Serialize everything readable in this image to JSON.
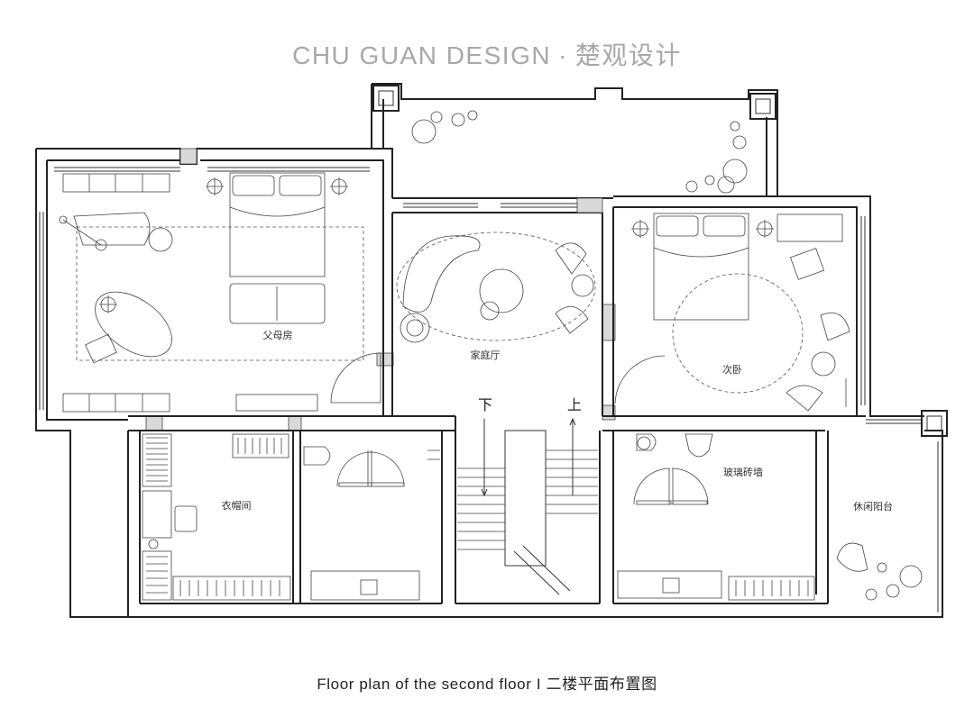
{
  "header": {
    "brand": "CHU GUAN DESIGN",
    "separator": "·",
    "brand_cn": "楚观设计"
  },
  "caption": {
    "en": "Floor plan of the second floor",
    "divider": "I",
    "cn": "二楼平面布置图"
  },
  "rooms": {
    "parents_bedroom": "父母房",
    "family_room": "家庭厅",
    "second_bedroom": "次卧",
    "cloakroom": "衣帽间",
    "glass_brick_wall": "玻璃砖墙",
    "leisure_balcony": "休闲阳台"
  },
  "stairs": {
    "down": "下",
    "up": "上"
  },
  "colors": {
    "header_text": "#a8a8a8",
    "line": "#222222",
    "hatch_fill": "#d9d9d9"
  }
}
